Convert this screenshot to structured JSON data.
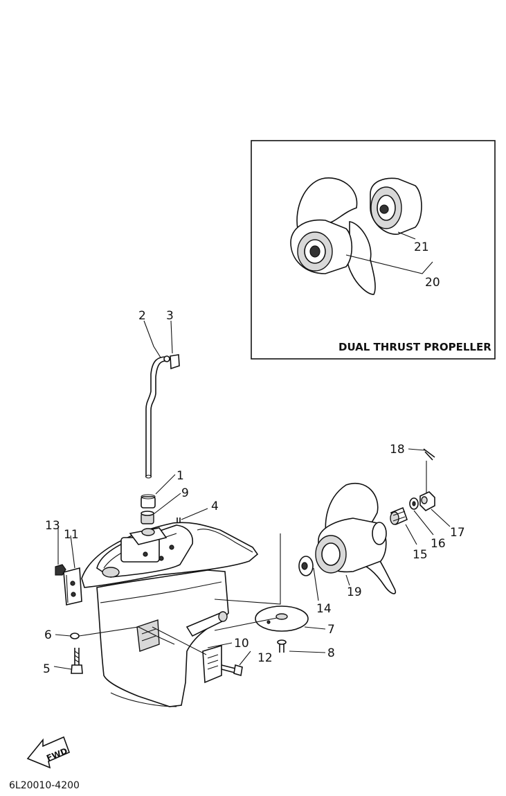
{
  "inset": {
    "title": "DUAL THRUST PROPELLER",
    "callouts": [
      "21",
      "20"
    ]
  },
  "callouts": [
    "1",
    "2",
    "3",
    "4",
    "5",
    "6",
    "7",
    "8",
    "9",
    "10",
    "11",
    "12",
    "13",
    "14",
    "15",
    "16",
    "17",
    "18",
    "19"
  ],
  "forward_label": "FWD",
  "diagram_code": "6L20010-4200"
}
